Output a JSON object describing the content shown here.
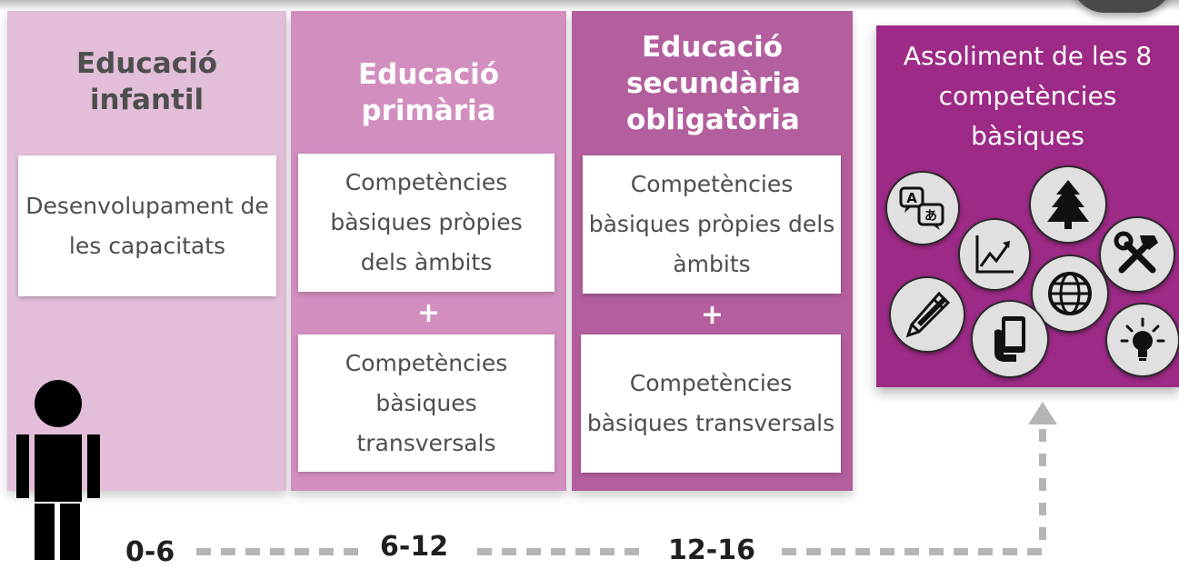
{
  "stages": [
    {
      "title": "Educació infantil",
      "box_text": "Desenvolupament de les capacitats"
    },
    {
      "title": "Educació primària",
      "box1_text": "Competències bàsiques pròpies dels àmbits",
      "plus": "+",
      "box2_text": "Competències bàsiques transversals"
    },
    {
      "title": "Educació secundària obligatòria",
      "box1_text": "Competències bàsiques pròpies dels àmbits",
      "plus": "+",
      "box2_text": "Competències bàsiques transversals"
    }
  ],
  "goal": {
    "title": "Assoliment de les 8 competències bàsiques",
    "icons": [
      "language-translation-icon",
      "growth-chart-icon",
      "tree-icon",
      "tools-icon",
      "globe-icon",
      "pencil-icon",
      "tablet-hand-icon",
      "lightbulb-icon"
    ]
  },
  "timeline": {
    "ages": [
      "0-6",
      "6-12",
      "12-16"
    ]
  },
  "colors": {
    "infantil": "#e2bed8",
    "primaria": "#d28ebf",
    "secundaria": "#b35f9e",
    "goal": "#9c2a86",
    "timeline": "#b5b5b5"
  }
}
